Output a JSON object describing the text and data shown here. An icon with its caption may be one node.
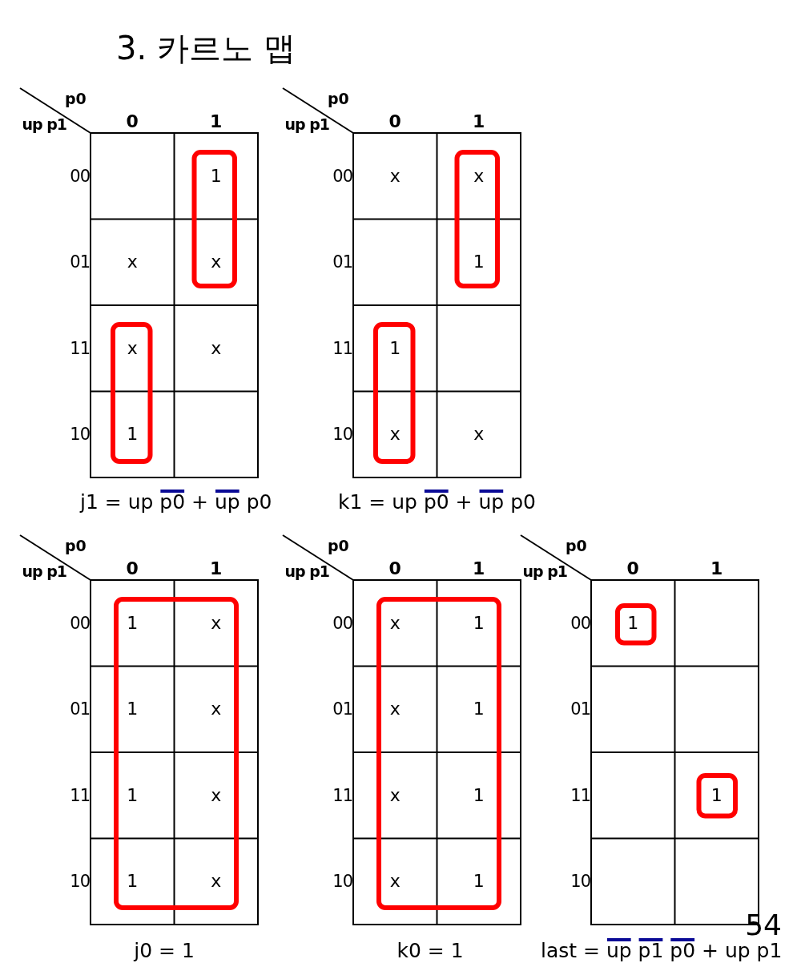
{
  "diagram": {
    "title": "3. 카르노 맵",
    "labels": [
      "p0",
      "up p1",
      "0",
      "1",
      "00",
      "1",
      "01",
      "x",
      "x",
      "11",
      "x",
      "x",
      "10",
      "1",
      "j1 = up p0 + up p0",
      "p0",
      "up p1",
      "0",
      "1",
      "00",
      "x",
      "x",
      "01",
      "1",
      "11",
      "1",
      "10",
      "x",
      "x",
      "k1 = up p0 + up p0",
      "p0",
      "up p1",
      "0",
      "1",
      "00",
      "1",
      "x",
      "01",
      "1",
      "x",
      "11",
      "1",
      "x",
      "10",
      "1",
      "x",
      "j0 = 1",
      "p0",
      "up p1",
      "0",
      "1",
      "00",
      "x",
      "1",
      "01",
      "x",
      "1",
      "11",
      "x",
      "1",
      "10",
      "x",
      "1",
      "k0 = 1",
      "p0",
      "up p1",
      "0",
      "1",
      "00",
      "1",
      "01",
      "11",
      "1",
      "10",
      "last = up p1 p0 + up p1",
      "54"
    ]
  }
}
